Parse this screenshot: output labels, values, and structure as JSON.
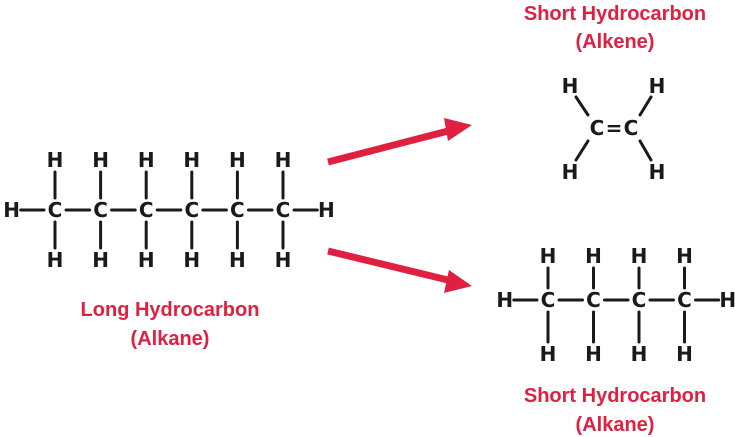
{
  "colors": {
    "caption": "#e02040",
    "arrow": "#e02040",
    "structure": "#1a1a1a"
  },
  "atoms": {
    "carbon": "C",
    "hydrogen": "H"
  },
  "long_hydrocarbon": {
    "carbon_count": 6,
    "caption_line1": "Long Hydrocarbon",
    "caption_line2": "(Alkane)"
  },
  "short_alkene": {
    "carbon_count": 2,
    "bond": "=",
    "caption_line1": "Short Hydrocarbon",
    "caption_line2": "(Alkene)"
  },
  "short_alkane": {
    "carbon_count": 4,
    "caption_line1": "Short Hydrocarbon",
    "caption_line2": "(Alkane)"
  }
}
